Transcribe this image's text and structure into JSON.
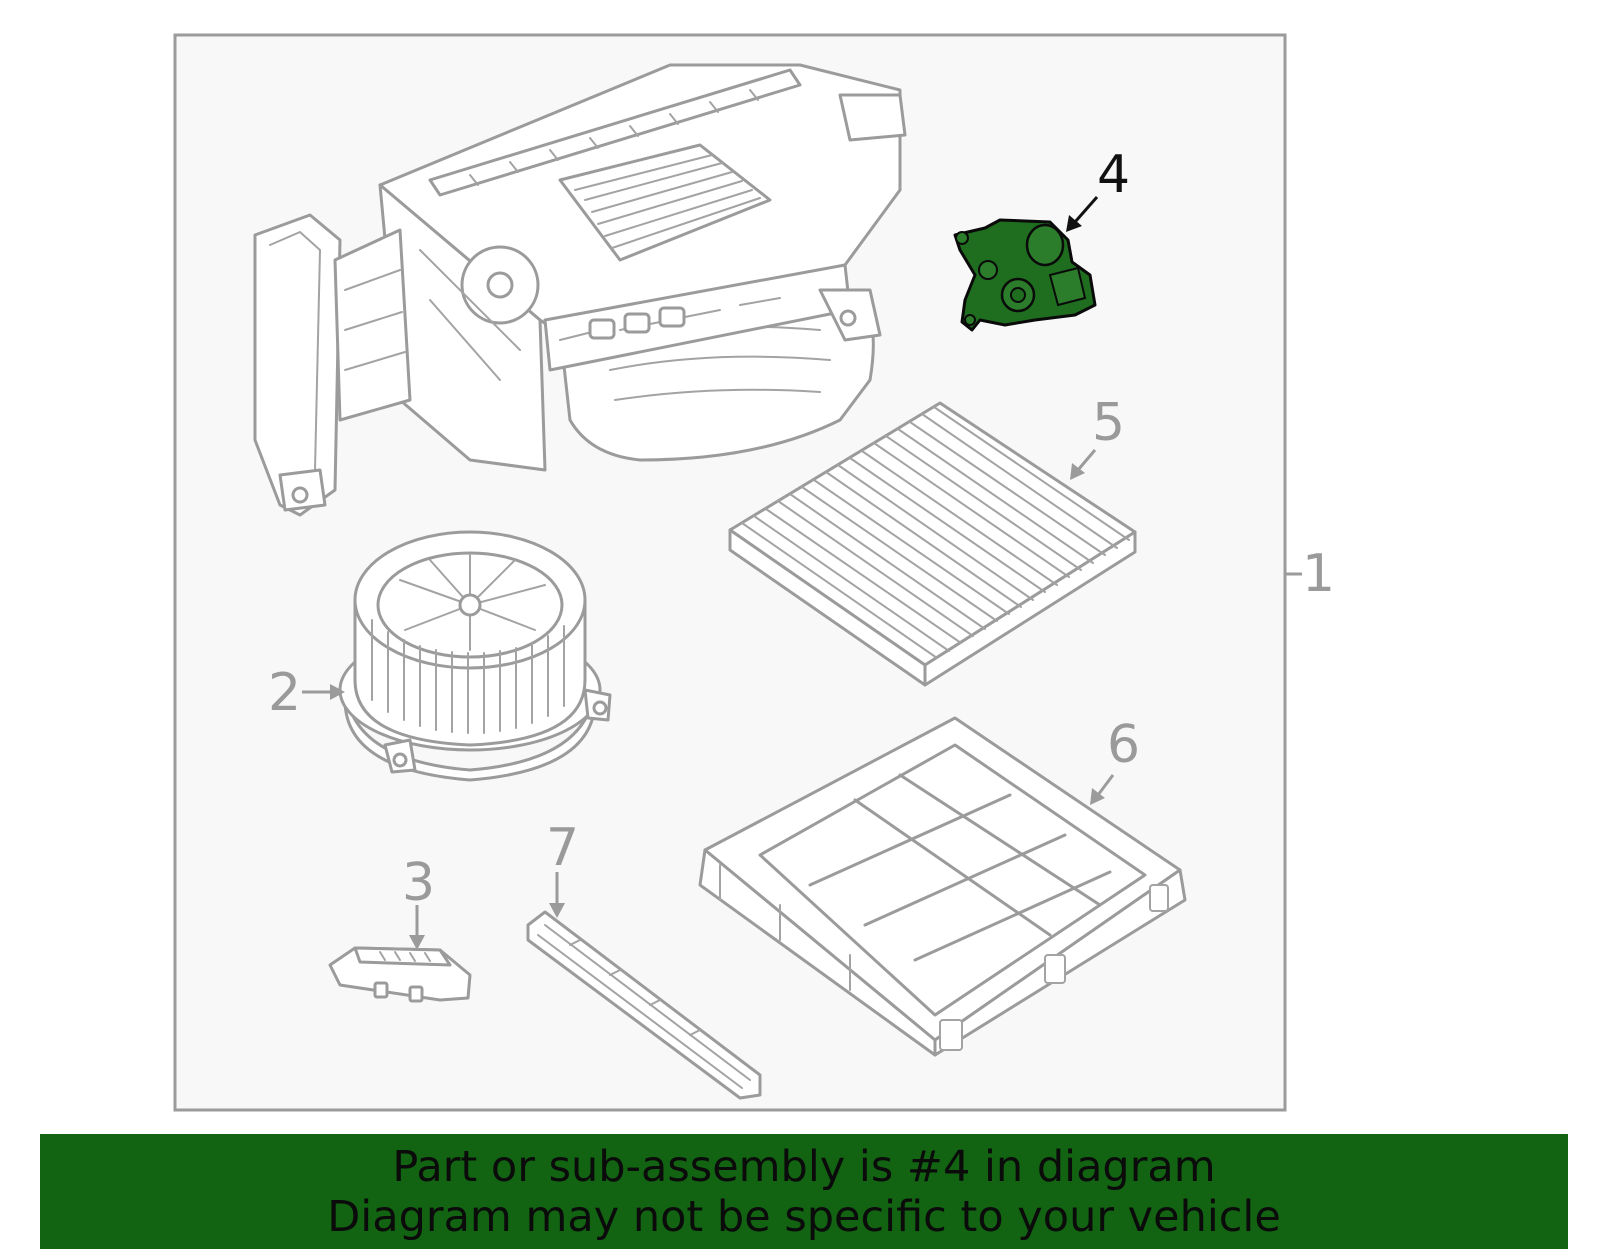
{
  "diagram": {
    "callouts": [
      {
        "id": "1",
        "label": "1",
        "highlighted": false
      },
      {
        "id": "2",
        "label": "2",
        "highlighted": false
      },
      {
        "id": "3",
        "label": "3",
        "highlighted": false
      },
      {
        "id": "4",
        "label": "4",
        "highlighted": true
      },
      {
        "id": "5",
        "label": "5",
        "highlighted": false
      },
      {
        "id": "6",
        "label": "6",
        "highlighted": false
      },
      {
        "id": "7",
        "label": "7",
        "highlighted": false
      }
    ],
    "colors": {
      "line": "#9b9b9b",
      "highlight_fill": "#1f6e1f",
      "panel_bg": "#f8f8f8",
      "banner_bg": "#126412"
    }
  },
  "banner": {
    "line1": "Part or sub-assembly is #4 in diagram",
    "line2": "Diagram may not be specific to your vehicle"
  }
}
